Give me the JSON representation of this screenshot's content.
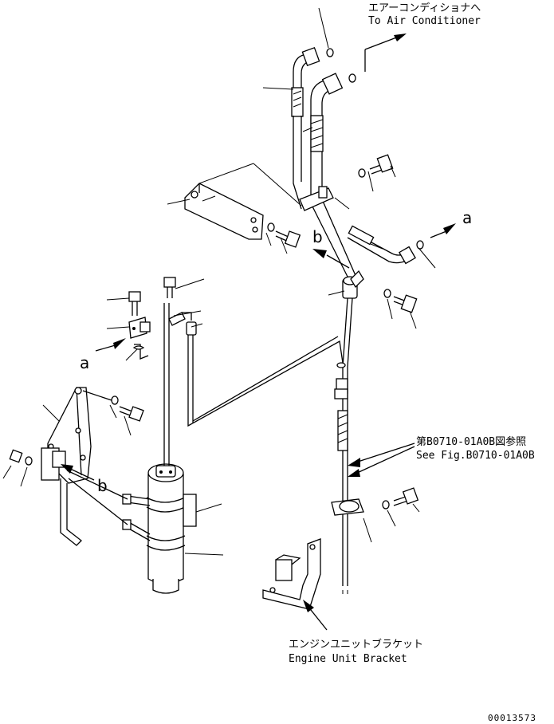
{
  "labels": {
    "air_conditioner_jp": "エアーコンディショナへ",
    "air_conditioner_en": "To Air Conditioner",
    "see_fig_jp": "第B0710-01A0B図参照",
    "see_fig_en": "See Fig.B0710-01A0B",
    "engine_bracket_jp": "エンジンユニットブラケット",
    "engine_bracket_en": "Engine Unit Bracket",
    "callout_a": "a",
    "callout_b": "b",
    "drawing_number": "00013573"
  }
}
